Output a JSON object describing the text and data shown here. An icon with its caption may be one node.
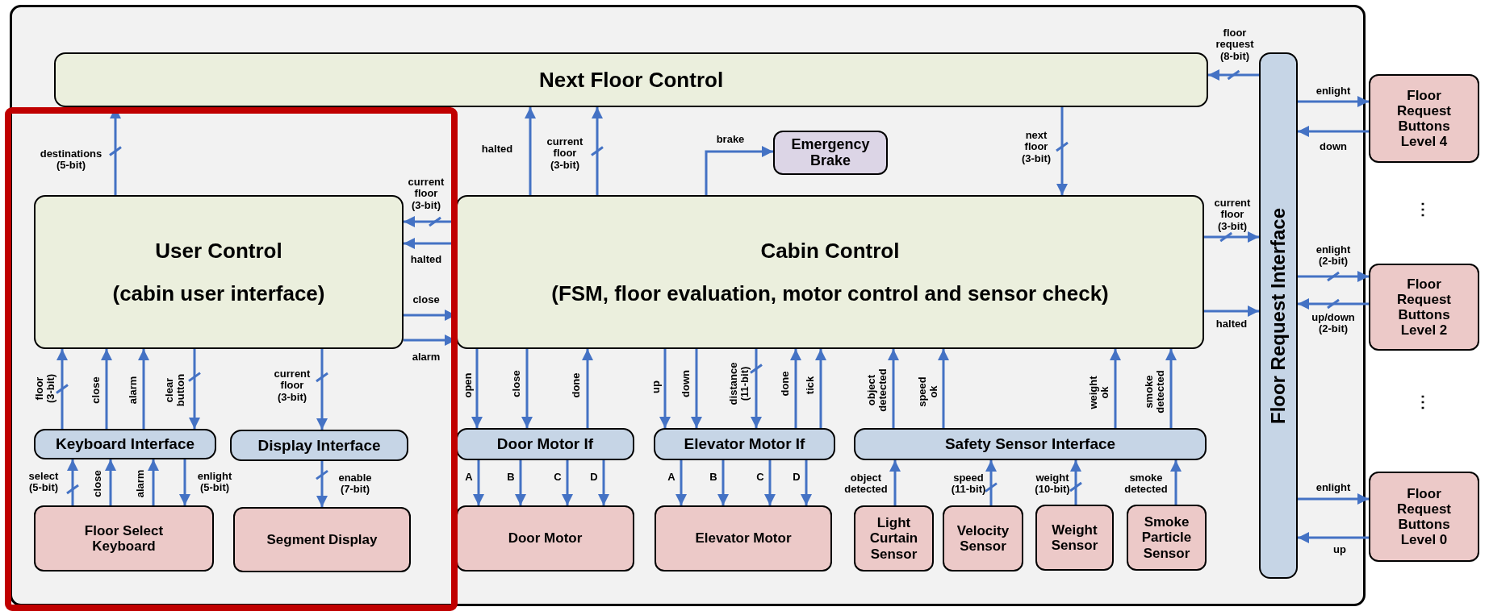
{
  "diagram": {
    "nodes": [
      {
        "text": [],
        "shape": "box"
      },
      {
        "text": [
          "Next Floor Control"
        ],
        "in": 0
      },
      {
        "text": [
          "User Control",
          "(cabin user interface)"
        ],
        "in": 0
      },
      {
        "text": [
          "Emergency Brake"
        ],
        "in": 0
      },
      {
        "text": [
          "Cabin Control",
          "(FSM, floor evaluation, motor control and sensor check)"
        ],
        "in": 0
      },
      {
        "text": [
          "Floor Request Interface"
        ],
        "in": 0
      },
      {
        "text": [
          "Floor Request Buttons Level 4"
        ]
      },
      {
        "text": [
          "Floor Request Buttons Level 2"
        ]
      },
      {
        "text": [
          "Floor Request Buttons Level 0"
        ]
      },
      {
        "text": [
          "Keyboard Interface"
        ],
        "in": 0
      },
      {
        "text": [
          "Display Interface"
        ],
        "in": 0
      },
      {
        "text": [
          "Door Motor If"
        ],
        "in": 0
      },
      {
        "text": [
          "Elevator Motor If"
        ],
        "in": 0
      },
      {
        "text": [
          "Safety Sensor Interface"
        ],
        "in": 0
      },
      {
        "text": [
          "Floor Select Keyboard"
        ],
        "in": 0
      },
      {
        "text": [
          "Segment Display"
        ],
        "in": 0
      },
      {
        "text": [
          "Door Motor"
        ],
        "in": 0
      },
      {
        "text": [
          "Elevator Motor"
        ],
        "in": 0
      },
      {
        "text": [
          "Light Curtain Sensor"
        ],
        "in": 0
      },
      {
        "text": [
          "Velocity Sensor"
        ],
        "in": 0
      },
      {
        "text": [
          "Weight Sensor"
        ],
        "in": 0
      },
      {
        "text": [
          "Smoke Particle Sensor"
        ],
        "in": 0
      }
    ],
    "edges": [
      {
        "from": 2,
        "to": 1,
        "arrow": "to",
        "label": "destinations (5-bit)"
      },
      {
        "from": 4,
        "to": 1,
        "arrow": "to",
        "label": "halted"
      },
      {
        "from": 4,
        "to": 1,
        "arrow": "to",
        "label": "current floor (3-bit)"
      },
      {
        "from": 4,
        "to": 3,
        "arrow": "to",
        "label": "brake"
      },
      {
        "from": 1,
        "to": 4,
        "arrow": "to",
        "label": "next floor (3-bit)"
      },
      {
        "from": 4,
        "to": 2,
        "arrow": "to",
        "label": "current floor (3-bit)"
      },
      {
        "from": 4,
        "to": 2,
        "arrow": "to",
        "label": "halted"
      },
      {
        "from": 2,
        "to": 4,
        "arrow": "to",
        "label": "close"
      },
      {
        "from": 2,
        "to": 4,
        "arrow": "to",
        "label": "alarm"
      },
      {
        "from": 4,
        "to": 5,
        "arrow": "to",
        "label": "current floor (3-bit)"
      },
      {
        "from": 4,
        "to": 5,
        "arrow": "to",
        "label": "halted"
      },
      {
        "from": 5,
        "to": 1,
        "arrow": "to",
        "label": "floor request (8-bit)"
      },
      {
        "from": 5,
        "to": 6,
        "arrow": "to",
        "label": "enlight"
      },
      {
        "from": 6,
        "to": 5,
        "arrow": "to",
        "label": "down"
      },
      {
        "from": 5,
        "to": 7,
        "arrow": "to",
        "label": "enlight (2-bit)"
      },
      {
        "from": 7,
        "to": 5,
        "arrow": "to",
        "label": "up/down (2-bit)"
      },
      {
        "from": 5,
        "to": 8,
        "arrow": "to",
        "label": "enlight"
      },
      {
        "from": 8,
        "to": 5,
        "arrow": "to",
        "label": "up"
      },
      {
        "from": 9,
        "to": 2,
        "arrow": "to",
        "label": "floor (3-bit)"
      },
      {
        "from": 9,
        "to": 2,
        "arrow": "to",
        "label": "close"
      },
      {
        "from": 9,
        "to": 2,
        "arrow": "to",
        "label": "alarm"
      },
      {
        "from": 2,
        "to": 9,
        "arrow": "to",
        "label": "clear button"
      },
      {
        "from": 2,
        "to": 10,
        "arrow": "to",
        "label": "current floor (3-bit)"
      },
      {
        "from": 14,
        "to": 9,
        "arrow": "to",
        "label": "select (5-bit)"
      },
      {
        "from": 14,
        "to": 9,
        "arrow": "to",
        "label": "close"
      },
      {
        "from": 14,
        "to": 9,
        "arrow": "to",
        "label": "alarm"
      },
      {
        "from": 9,
        "to": 14,
        "arrow": "to",
        "label": "enlight (5-bit)"
      },
      {
        "from": 10,
        "to": 15,
        "arrow": "to",
        "label": "enable (7-bit)"
      },
      {
        "from": 4,
        "to": 11,
        "arrow": "to",
        "label": "open"
      },
      {
        "from": 4,
        "to": 11,
        "arrow": "to",
        "label": "close"
      },
      {
        "from": 11,
        "to": 4,
        "arrow": "to",
        "label": "done"
      },
      {
        "from": 4,
        "to": 12,
        "arrow": "to",
        "label": "up"
      },
      {
        "from": 4,
        "to": 12,
        "arrow": "to",
        "label": "down"
      },
      {
        "from": 4,
        "to": 12,
        "arrow": "to",
        "label": "distance (11-bit)"
      },
      {
        "from": 12,
        "to": 4,
        "arrow": "to",
        "label": "done"
      },
      {
        "from": 12,
        "to": 4,
        "arrow": "to",
        "label": "tick"
      },
      {
        "from": 13,
        "to": 4,
        "arrow": "to",
        "label": "object detected"
      },
      {
        "from": 13,
        "to": 4,
        "arrow": "to",
        "label": "speed ok"
      },
      {
        "from": 13,
        "to": 4,
        "arrow": "to",
        "label": "weight ok"
      },
      {
        "from": 13,
        "to": 4,
        "arrow": "to",
        "label": "smoke detected"
      },
      {
        "from": 11,
        "to": 16,
        "arrow": "to",
        "label": "A"
      },
      {
        "from": 11,
        "to": 16,
        "arrow": "to",
        "label": "B"
      },
      {
        "from": 11,
        "to": 16,
        "arrow": "to",
        "label": "C"
      },
      {
        "from": 11,
        "to": 16,
        "arrow": "to",
        "label": "D"
      },
      {
        "from": 12,
        "to": 17,
        "arrow": "to",
        "label": "A"
      },
      {
        "from": 12,
        "to": 17,
        "arrow": "to",
        "label": "B"
      },
      {
        "from": 12,
        "to": 17,
        "arrow": "to",
        "label": "C"
      },
      {
        "from": 12,
        "to": 17,
        "arrow": "to",
        "label": "D"
      },
      {
        "from": 18,
        "to": 13,
        "arrow": "to",
        "label": "object detected"
      },
      {
        "from": 19,
        "to": 13,
        "arrow": "to",
        "label": "speed (11-bit)"
      },
      {
        "from": 20,
        "to": 13,
        "arrow": "to",
        "label": "weight (10-bit)"
      },
      {
        "from": 21,
        "to": 13,
        "arrow": "to",
        "label": "smoke detected"
      }
    ],
    "labels": [
      "⋮",
      "⋮"
    ]
  }
}
